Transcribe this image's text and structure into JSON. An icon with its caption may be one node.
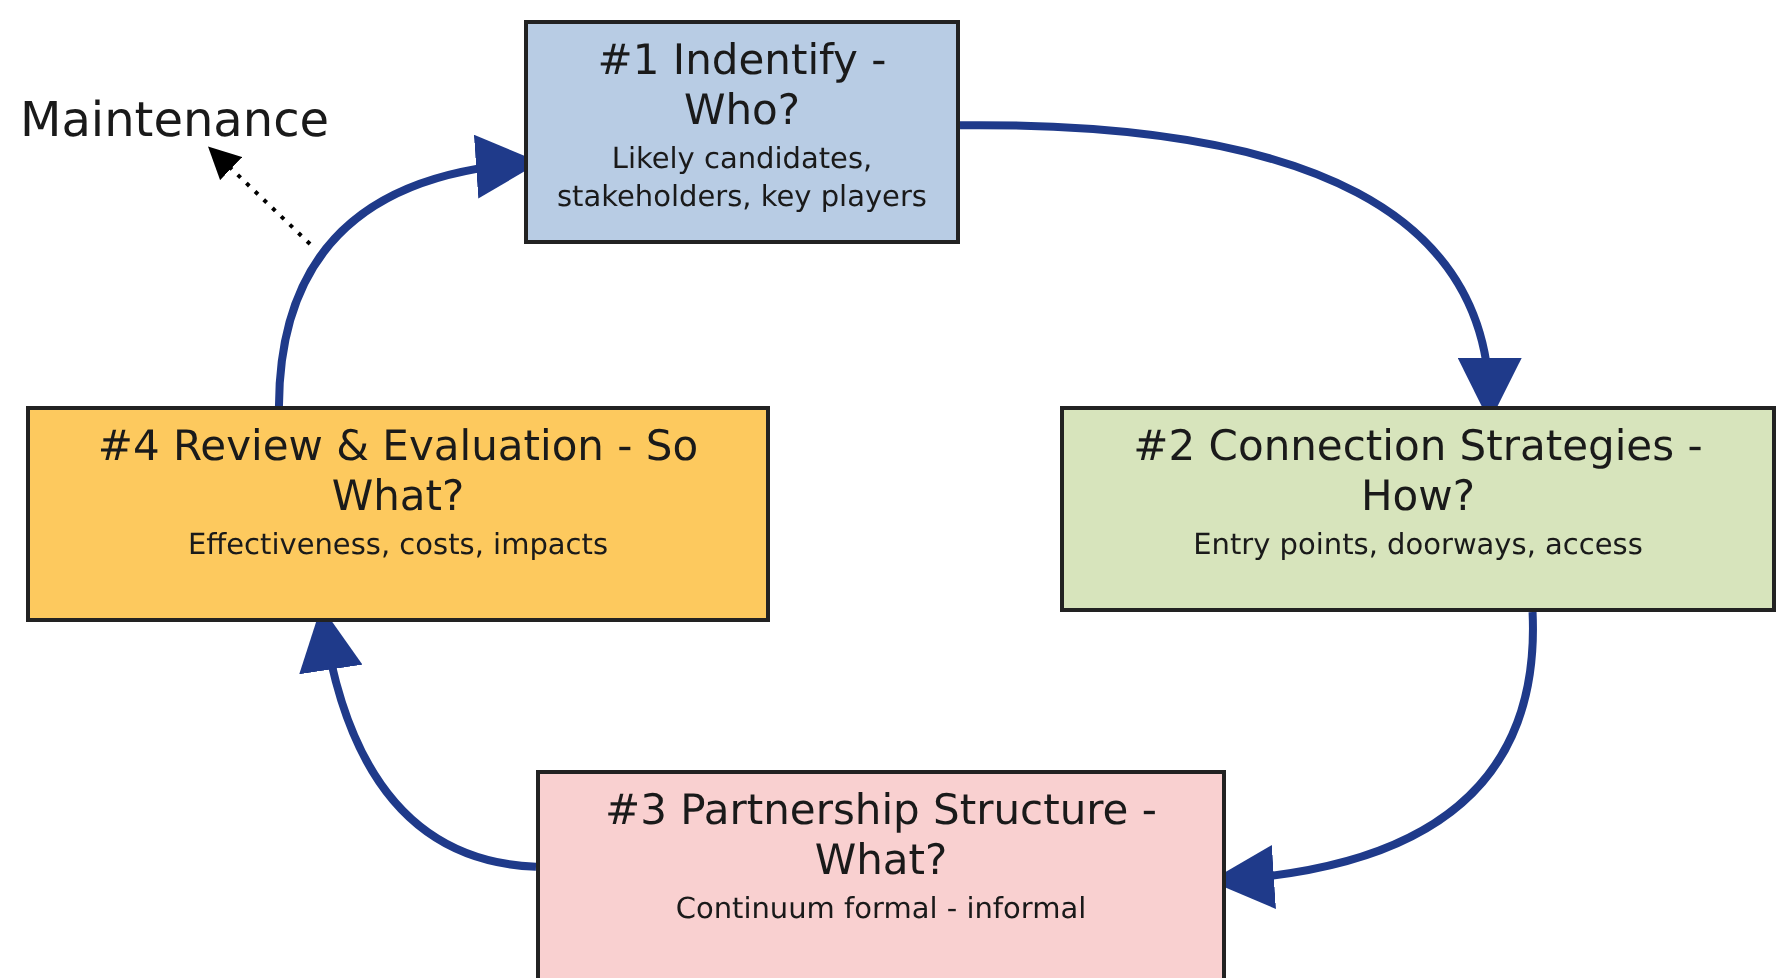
{
  "diagram": {
    "nodes": [
      {
        "text": [
          "#1 Indentify - Who?",
          "Likely candidates, stakeholders, key players"
        ]
      },
      {
        "text": [
          "#2 Connection Strategies - How?",
          "Entry points, doorways, access"
        ]
      },
      {
        "text": [
          "#3 Partnership Structure - What?",
          "Continuum formal - informal"
        ]
      },
      {
        "text": [
          "#4 Review & Evaluation - So What?",
          "Effectiveness, costs, impacts"
        ]
      },
      {
        "text": [
          "Maintenance"
        ]
      }
    ],
    "edges": [
      {
        "from": 0,
        "to": 1,
        "arrow": "to"
      },
      {
        "from": 1,
        "to": 2,
        "arrow": "to"
      },
      {
        "from": 2,
        "to": 3,
        "arrow": "to"
      },
      {
        "from": 3,
        "to": 0,
        "arrow": "to"
      },
      {
        "from": null,
        "to": 4,
        "arrow": "to",
        "style": "dashed",
        "color": "#000000"
      }
    ]
  }
}
